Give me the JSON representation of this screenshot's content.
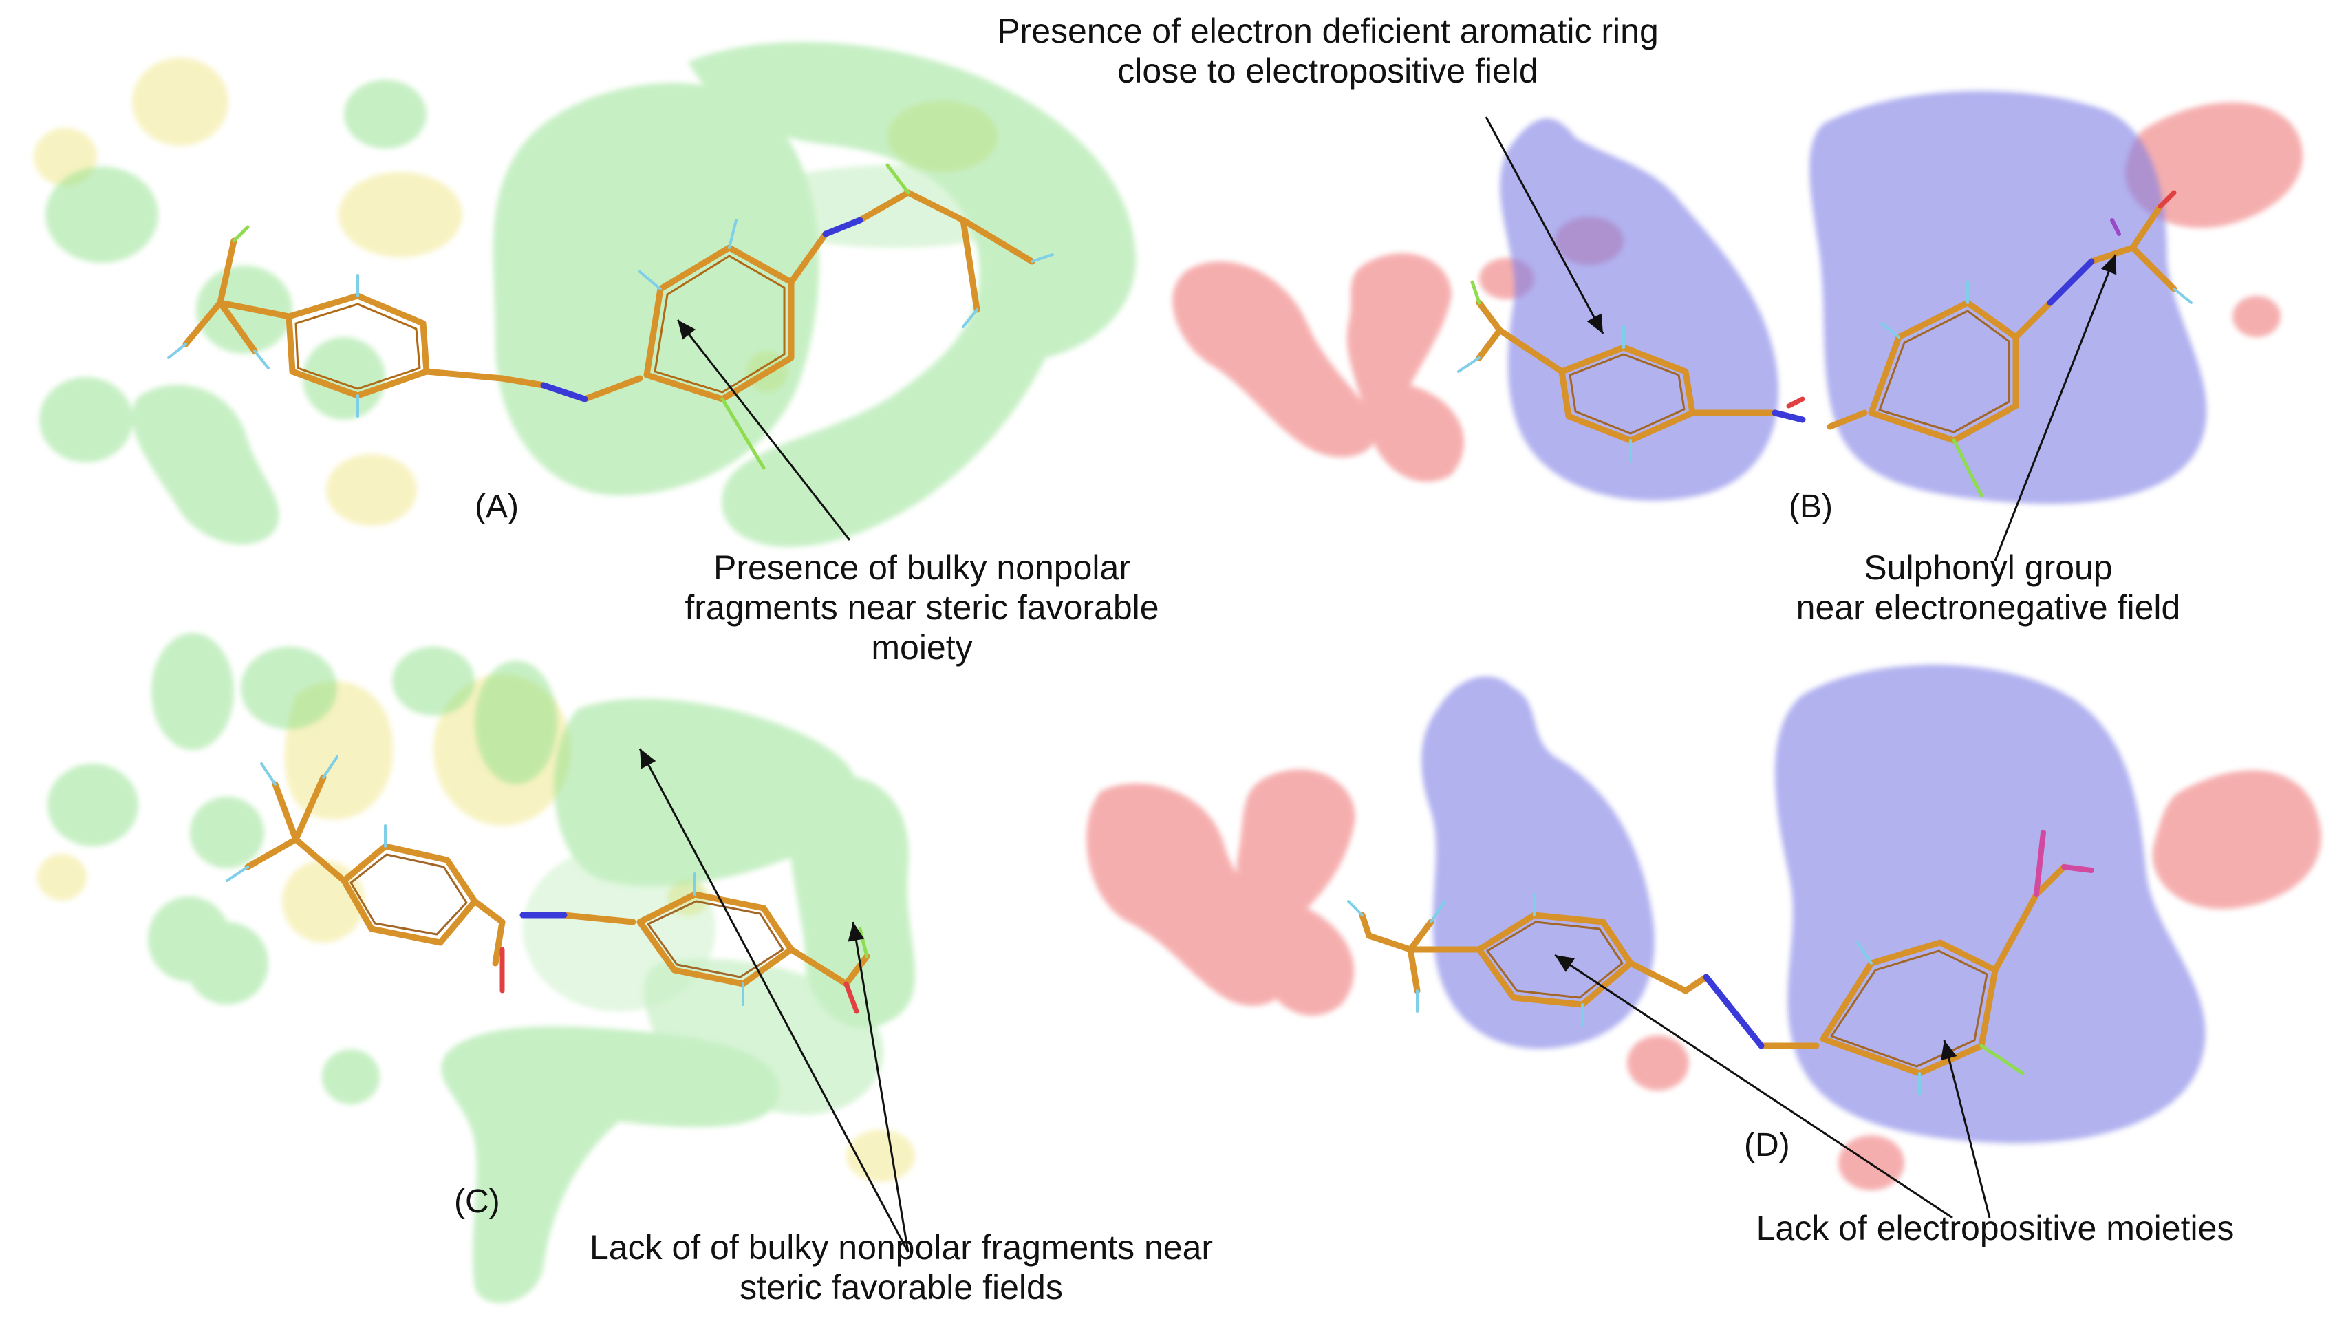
{
  "panels": {
    "a": {
      "id": "(A)"
    },
    "b": {
      "id": "(B)"
    },
    "c": {
      "id": "(C)"
    },
    "d": {
      "id": "(D)"
    }
  },
  "annotations": {
    "top_center": {
      "line1": "Presence of electron deficient aromatic ring",
      "line2": "close to electropositive field"
    },
    "mid_center": {
      "line1": "Presence of bulky nonpolar",
      "line2": "fragments near steric favorable",
      "line3": "moiety"
    },
    "mid_right": {
      "line1": "Sulphonyl group",
      "line2": "near electronegative field"
    },
    "bottom_center": {
      "line1": "Lack of of bulky nonpolar fragments near",
      "line2": "steric favorable fields"
    },
    "bottom_right": {
      "line1": "Lack of electropositive moieties"
    }
  },
  "colors": {
    "steric_favorable": "#8fe08a",
    "steric_unfavorable": "#f2e890",
    "electropositive": "#7f7fe6",
    "electronegative": "#f07a7a",
    "ligand_bonds": "#d8922a"
  }
}
